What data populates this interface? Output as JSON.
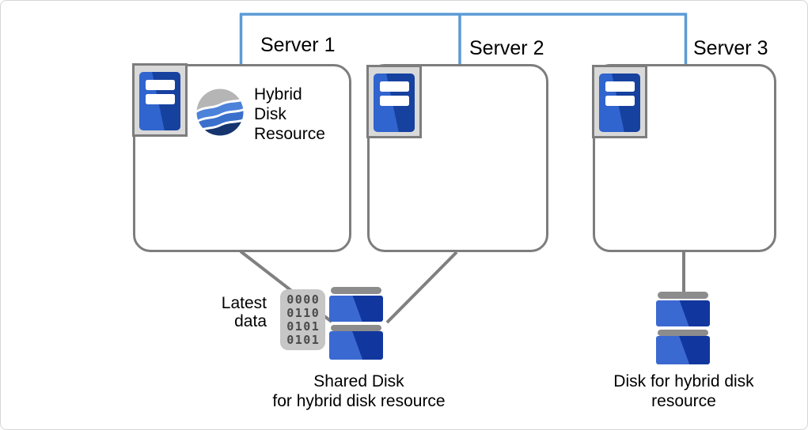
{
  "colors": {
    "connector_blue": "#5b9bd5",
    "line_gray": "#808080",
    "box_border": "#7d7d7d",
    "frame_fill": "#d9d9d9",
    "tower_blue_light": "#3064ce",
    "tower_blue_dark": "#16419f",
    "disk_blue_light": "#3a69d1",
    "disk_blue_dark": "#11379f",
    "disk_cap_gray": "#8c8c8c",
    "binary_pad_gray": "#c6c6c6",
    "binary_digit_color": "#4a4a4a",
    "wave_gray": "#b5b5b5",
    "wave_blue_light": "#4d82da",
    "wave_blue_mid": "#3a70cc",
    "wave_navy": "#16356f"
  },
  "icons": {
    "server_icon": "server-tower-in-gray-frame",
    "hybrid_resource_icon": "wave-globe",
    "binary_icon": "binary-data-pad",
    "disk_icon": "stacked-disk-platters",
    "connector": "blue-network-lines"
  },
  "servers": [
    {
      "label": "Server 1"
    },
    {
      "label": "Server 2"
    },
    {
      "label": "Server 3"
    }
  ],
  "hybrid_disk_resource": {
    "label": "Hybrid\nDisk\nResource"
  },
  "latest_data": {
    "label": "Latest\ndata"
  },
  "shared_disk": {
    "binary_rows": [
      "0000",
      "0110",
      "0101",
      "0101"
    ],
    "caption": "Shared Disk\nfor hybrid disk resource"
  },
  "hybrid_disk": {
    "caption": "Disk for hybrid disk\nresource"
  }
}
